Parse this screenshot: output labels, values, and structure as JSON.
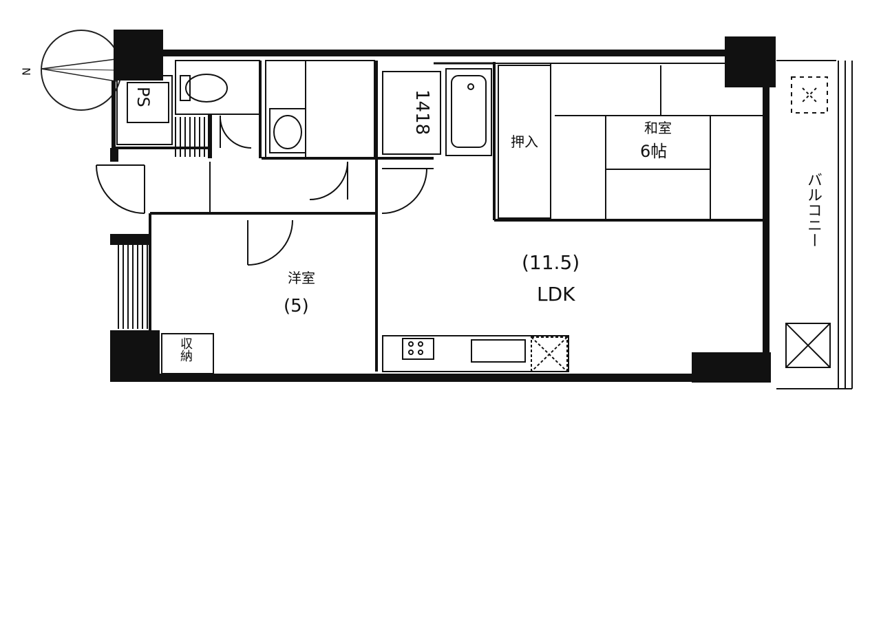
{
  "compass": {
    "north_label": "N"
  },
  "rooms": {
    "ps": "PS",
    "storage_1418": "1418",
    "oshiire": "押入",
    "washitsu_name": "和室",
    "washitsu_size": "6帖",
    "ldk_size": "(11.5)",
    "ldk_name": "LDK",
    "yoshitsu_name": "洋室",
    "yoshitsu_size": "(5)",
    "entrance_storage": "収納",
    "balcony": "バルコニー"
  },
  "colors": {
    "wall": "#111111",
    "line": "#222222",
    "paper": "#ffffff"
  }
}
